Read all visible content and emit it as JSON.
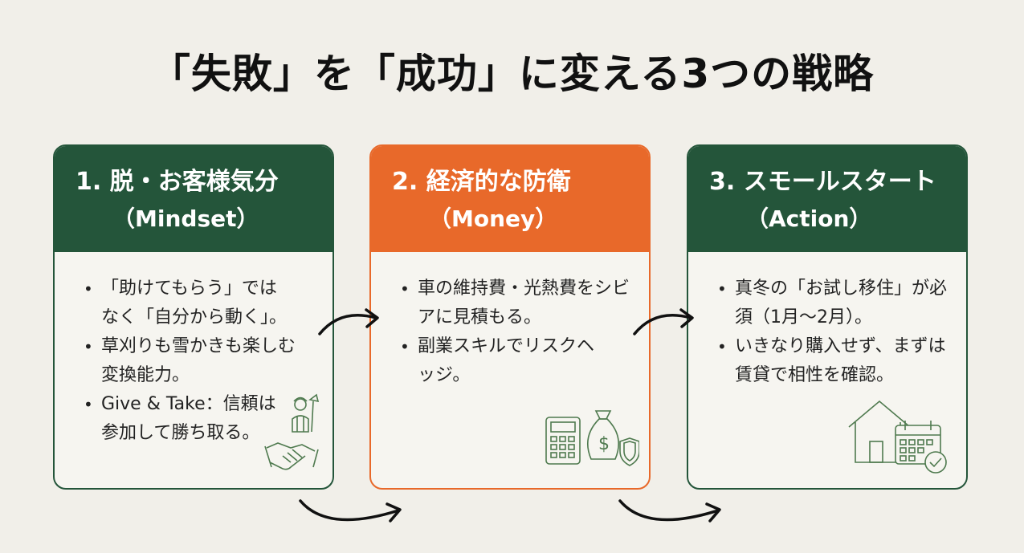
{
  "title": "「失敗」を「成功」に変える3つの戦略",
  "cards": [
    {
      "title": "1. 脱・お客様気分",
      "subtitle": "（Mindset）",
      "color": "#24553a",
      "bullets": [
        "「助けてもらう」ではなく「自分から動く」。",
        "草刈りも雪かきも楽しむ変換能力。",
        "Give & Take：信頼は参加して勝ち取る。"
      ],
      "icon": "handshake-worker-icon"
    },
    {
      "title": "2. 経済的な防衛",
      "subtitle": "（Money）",
      "color": "#e8692a",
      "bullets": [
        "車の維持費・光熱費をシビアに見積もる。",
        "副業スキルでリスクヘッジ。"
      ],
      "icon": "calculator-moneybag-shield-icon"
    },
    {
      "title": "3. スモールスタート",
      "subtitle": "（Action）",
      "color": "#24553a",
      "bullets": [
        "真冬の「お試し移住」が必須（1月〜2月）。",
        "いきなり購入せず、まずは賃貸で相性を確認。"
      ],
      "icon": "house-calendar-check-icon"
    }
  ],
  "colors": {
    "background": "#f1efe9",
    "green": "#24553a",
    "orange": "#e8692a"
  }
}
